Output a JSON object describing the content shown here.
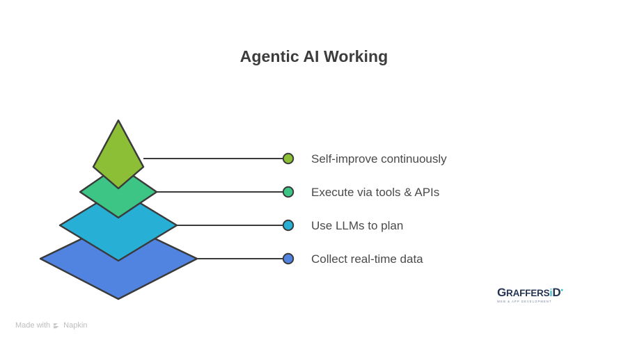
{
  "slide": {
    "title": "Agentic AI Working",
    "background_color": "#ffffff",
    "title_color": "#3c3c3c",
    "label_color": "#4a4a4a",
    "outline_color": "#3a3a3a"
  },
  "diagram": {
    "type": "stacked-pyramid-layers",
    "layers": [
      {
        "label": "Self-improve continuously",
        "color": "#8cbf35",
        "shape": "triangle",
        "level": 1
      },
      {
        "label": "Execute via tools & APIs",
        "color": "#3cc585",
        "shape": "diamond",
        "level": 2
      },
      {
        "label": "Use LLMs to plan",
        "color": "#27afd6",
        "shape": "diamond",
        "level": 3
      },
      {
        "label": "Collect real-time data",
        "color": "#5183e0",
        "shape": "diamond",
        "level": 4
      }
    ]
  },
  "footer": {
    "made_with_text": "Made with",
    "brand": "Napkin",
    "mark_icon": "napkin-chevron-icon"
  },
  "watermark": {
    "brand_g": "G",
    "brand_mid": "RAFFERS",
    "brand_i": "i",
    "brand_d": "D",
    "brand_dot": "•",
    "tagline": "WEB & APP DEVELOPMENT"
  }
}
